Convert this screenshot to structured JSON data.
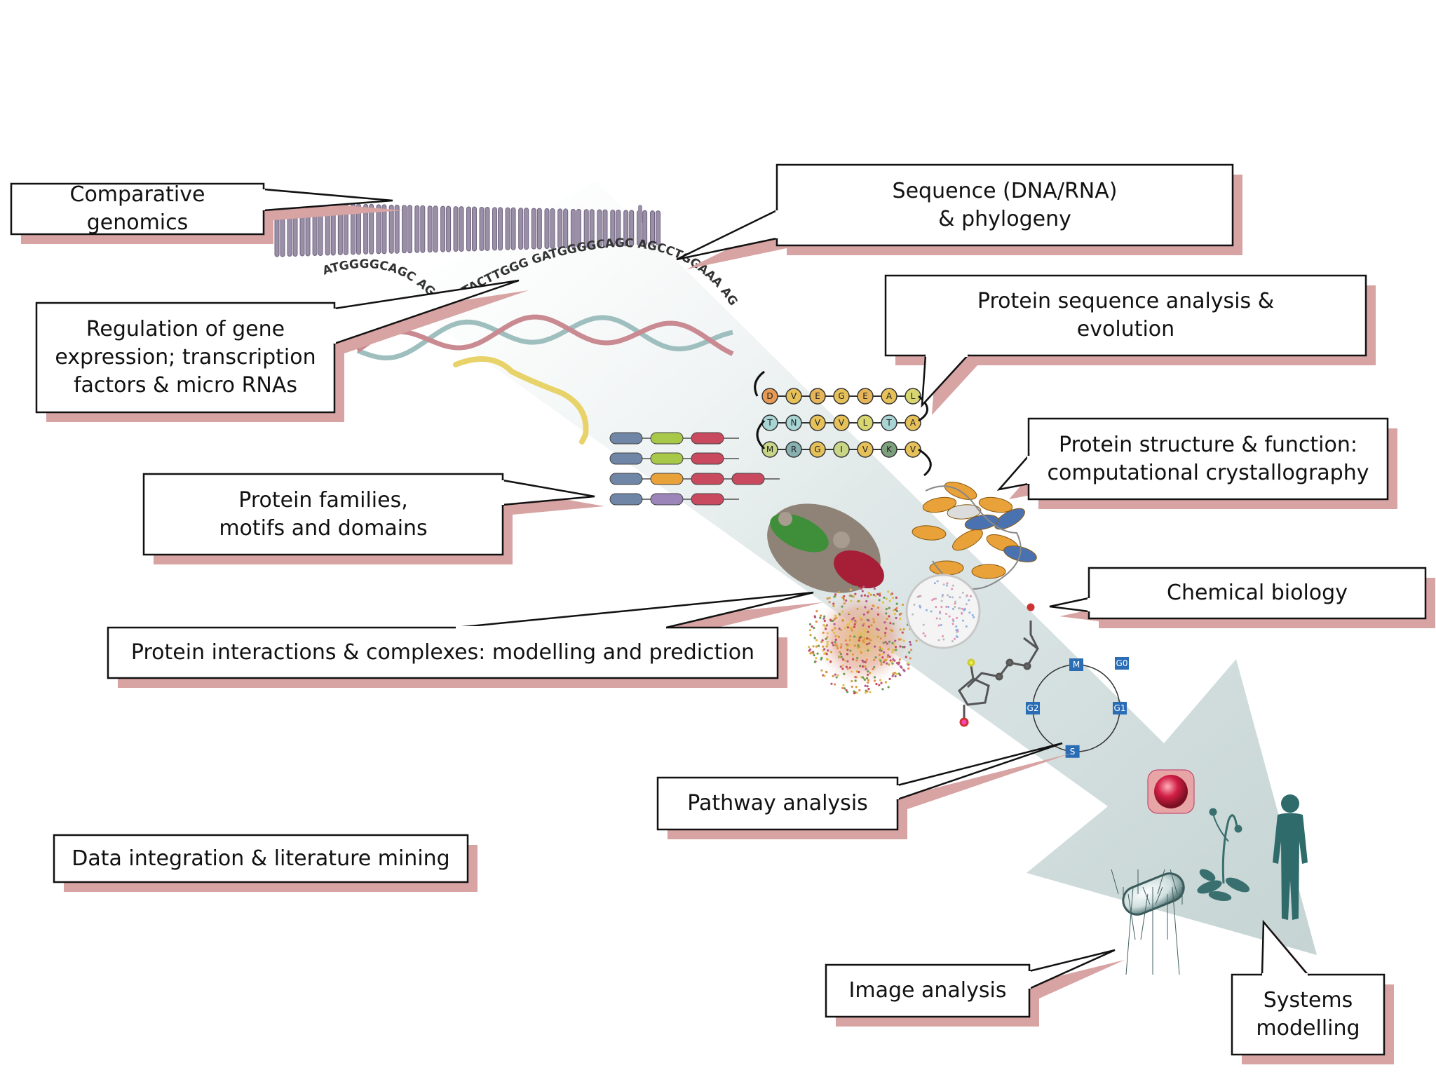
{
  "labels": {
    "comparative_genomics": "Comparative genomics",
    "sequence_phylogeny": [
      "Sequence (DNA/RNA)",
      "& phylogeny"
    ],
    "regulation": [
      "Regulation of gene",
      "expression; transcription",
      "factors & micro RNAs"
    ],
    "protein_sequence": [
      "Protein sequence analysis &",
      "evolution"
    ],
    "protein_structure": [
      "Protein structure & function:",
      "computational crystallography"
    ],
    "protein_families": [
      "Protein families,",
      "motifs and domains"
    ],
    "chemical_biology": "Chemical biology",
    "protein_interactions": "Protein interactions & complexes: modelling and prediction",
    "pathway_analysis": "Pathway analysis",
    "data_integration": "Data integration & literature mining",
    "image_analysis": "Image analysis",
    "systems_modelling": [
      "Systems",
      "modelling"
    ]
  },
  "dna_sequences": {
    "left": "ATGGGGCAGC AGCCTGGAA",
    "right": "AGTACTTGGG GATGGGGCAGC AGCCTGGAAA AGTACTTGGG GA"
  },
  "amino_acid_rows": [
    [
      "D",
      "V",
      "E",
      "G",
      "E",
      "A",
      "L"
    ],
    [
      "T",
      "N",
      "V",
      "V",
      "L",
      "T",
      "A"
    ],
    [
      "M",
      "R",
      "G",
      "I",
      "V",
      "K",
      "V"
    ]
  ],
  "cell_cycle_phases": [
    "M",
    "G0",
    "G1",
    "S",
    "G2"
  ],
  "colors": {
    "callout_shadow": "#d8a3a3",
    "arrow_fill": "#c9d6d6",
    "human_silhouette": "#2f6b6b",
    "domain_blue": "#6f86a6",
    "domain_green": "#a8c84a",
    "domain_red": "#c94a5e",
    "domain_orange": "#e9a13a",
    "domain_purple": "#9c85b8",
    "phase_box": "#2a6db5"
  }
}
